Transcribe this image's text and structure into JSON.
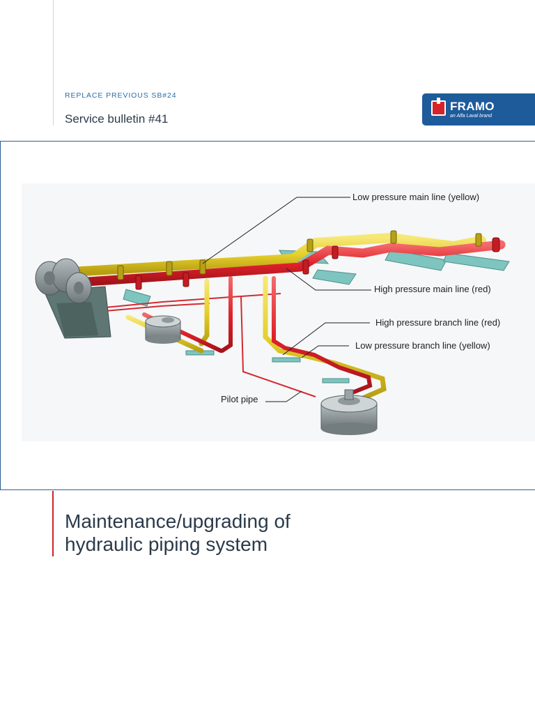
{
  "header": {
    "replace_note": "REPLACE PREVIOUS SB#24",
    "bulletin": "Service bulletin #41"
  },
  "logo": {
    "name": "FRAMO",
    "tagline": "an Alfa Laval brand",
    "color": "#1d5b9b"
  },
  "figure": {
    "labels": {
      "low_main": "Low pressure main line (yellow)",
      "high_main": "High pressure main line (red)",
      "high_branch": "High pressure branch line (red)",
      "low_branch": "Low pressure branch line (yellow)",
      "pilot": "Pilot pipe"
    },
    "colors": {
      "low_pressure": "#e5cf2c",
      "high_pressure": "#e0222b",
      "support": "#7ec4bf",
      "equipment": "#8d9699"
    }
  },
  "title": {
    "line1": "Maintenance/upgrading of",
    "line2": "hydraulic piping system"
  }
}
